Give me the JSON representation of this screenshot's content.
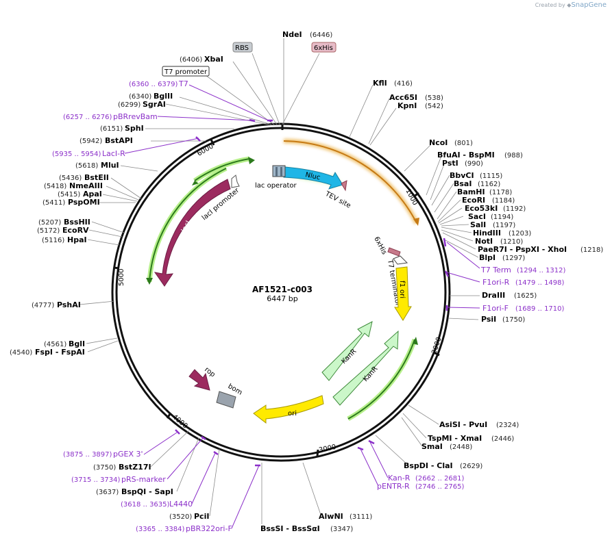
{
  "credit": {
    "prefix": "Created by",
    "brand": "SnapGene"
  },
  "plasmid": {
    "name": "AF1521-c003",
    "length": "6447 bp"
  },
  "ticks": [
    "1000",
    "2000",
    "3000",
    "4000",
    "5000",
    "6000"
  ],
  "features": {
    "nluc": "Nluc",
    "laci": "lacI",
    "f1ori": "f1 ori",
    "kanr1": "KanR",
    "kanr2": "KanR",
    "ori": "ori",
    "rop": "rop",
    "bom": "bom",
    "lacop": "lac operator",
    "lacprom": "lacI promoter",
    "tev": "TEV site",
    "hisinner": "6xHis",
    "t7term": "T7 terminator"
  },
  "boxes": {
    "rbs": "RBS",
    "his": "6xHis",
    "t7prom": "T7 promoter"
  },
  "sites": [
    {
      "name": "NdeI",
      "pos": "(6446)"
    },
    {
      "name": "XbaI",
      "pos": "(6406)"
    },
    {
      "name": "BglII",
      "pos": "(6340)"
    },
    {
      "name": "SgrAI",
      "pos": "(6299)"
    },
    {
      "name": "SphI",
      "pos": "(6151)"
    },
    {
      "name": "BstAPI",
      "pos": "(5942)"
    },
    {
      "name": "MluI",
      "pos": "(5618)"
    },
    {
      "name": "BstEII",
      "pos": "(5436)"
    },
    {
      "name": "NmeAIII",
      "pos": "(5418)"
    },
    {
      "name": "ApaI",
      "pos": "(5415)"
    },
    {
      "name": "PspOMI",
      "pos": "(5411)"
    },
    {
      "name": "BssHII",
      "pos": "(5207)"
    },
    {
      "name": "EcoRV",
      "pos": "(5172)"
    },
    {
      "name": "HpaI",
      "pos": "(5116)"
    },
    {
      "name": "PshAI",
      "pos": "(4777)"
    },
    {
      "name": "BglI",
      "pos": "(4561)"
    },
    {
      "name": "FspI - FspAI",
      "pos": "(4540)"
    },
    {
      "name": "BstZ17I",
      "pos": "(3750)"
    },
    {
      "name": "BspQI - SapI",
      "pos": "(3637)"
    },
    {
      "name": "PciI",
      "pos": "(3520)"
    },
    {
      "name": "BssSI - BssSαI",
      "pos": "(3347)"
    },
    {
      "name": "AlwNI",
      "pos": "(3111)"
    },
    {
      "name": "BspDI - ClaI",
      "pos": "(2629)"
    },
    {
      "name": "SmaI",
      "pos": "(2448)"
    },
    {
      "name": "TspMI - XmaI",
      "pos": "(2446)"
    },
    {
      "name": "AsiSI - PvuI",
      "pos": "(2324)"
    },
    {
      "name": "PsiI",
      "pos": "(1750)"
    },
    {
      "name": "DraIII",
      "pos": "(1625)"
    },
    {
      "name": "BlpI",
      "pos": "(1297)"
    },
    {
      "name": "PaeR7I - PspXI - XhoI",
      "pos": "(1218)"
    },
    {
      "name": "NotI",
      "pos": "(1210)"
    },
    {
      "name": "HindIII",
      "pos": "(1203)"
    },
    {
      "name": "SalI",
      "pos": "(1197)"
    },
    {
      "name": "SacI",
      "pos": "(1194)"
    },
    {
      "name": "Eco53kI",
      "pos": "(1192)"
    },
    {
      "name": "EcoRI",
      "pos": "(1184)"
    },
    {
      "name": "BamHI",
      "pos": "(1178)"
    },
    {
      "name": "BsaI",
      "pos": "(1162)"
    },
    {
      "name": "BbvCI",
      "pos": "(1115)"
    },
    {
      "name": "PstI",
      "pos": "(990)"
    },
    {
      "name": "BfuAI - BspMI",
      "pos": "(988)"
    },
    {
      "name": "NcoI",
      "pos": "(801)"
    },
    {
      "name": "KpnI",
      "pos": "(542)"
    },
    {
      "name": "Acc65I",
      "pos": "(538)"
    },
    {
      "name": "KflI",
      "pos": "(416)"
    }
  ],
  "primers": [
    {
      "name": "T7",
      "range": "(6360 .. 6379)"
    },
    {
      "name": "pBRrevBam",
      "range": "(6257 .. 6276)"
    },
    {
      "name": "LacI-R",
      "range": "(5935 .. 5954)"
    },
    {
      "name": "pGEX 3'",
      "range": "(3875 .. 3897)"
    },
    {
      "name": "pRS-marker",
      "range": "(3715 .. 3734)"
    },
    {
      "name": "L4440",
      "range": "(3618 .. 3635)"
    },
    {
      "name": "pBR322ori-F",
      "range": "(3365 .. 3384)"
    },
    {
      "name": "Kan-R",
      "range": "(2662 .. 2681)"
    },
    {
      "name": "pENTR-R",
      "range": "(2746 .. 2765)"
    },
    {
      "name": "T7 Term",
      "range": "(1294 .. 1312)"
    },
    {
      "name": "F1ori-R",
      "range": "(1479 .. 1498)"
    },
    {
      "name": "F1ori-F",
      "range": "(1689 .. 1710)"
    }
  ]
}
